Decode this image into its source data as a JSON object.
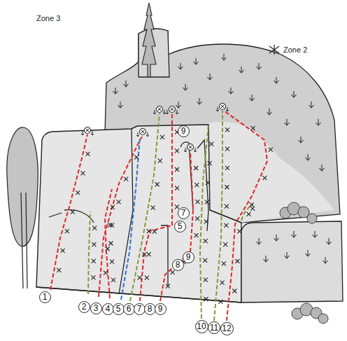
{
  "diagram": {
    "nodes": [
      {
        "text": [
          "9"
        ]
      },
      {
        "text": [
          "7"
        ]
      },
      {
        "text": [
          "5"
        ]
      },
      {
        "text": [
          "9"
        ]
      },
      {
        "text": [
          "8"
        ]
      },
      {
        "text": [
          "1"
        ]
      },
      {
        "text": [
          "2"
        ]
      },
      {
        "text": [
          "3"
        ]
      },
      {
        "text": [
          "4"
        ]
      },
      {
        "text": [
          "5"
        ]
      },
      {
        "text": [
          "6"
        ]
      },
      {
        "text": [
          "7"
        ]
      },
      {
        "text": [
          "8"
        ]
      },
      {
        "text": [
          "9"
        ]
      },
      {
        "text": [
          "10"
        ]
      },
      {
        "text": [
          "11"
        ]
      },
      {
        "text": [
          "12"
        ]
      }
    ],
    "labels": [
      "Zone 3",
      "Zone 2"
    ]
  }
}
